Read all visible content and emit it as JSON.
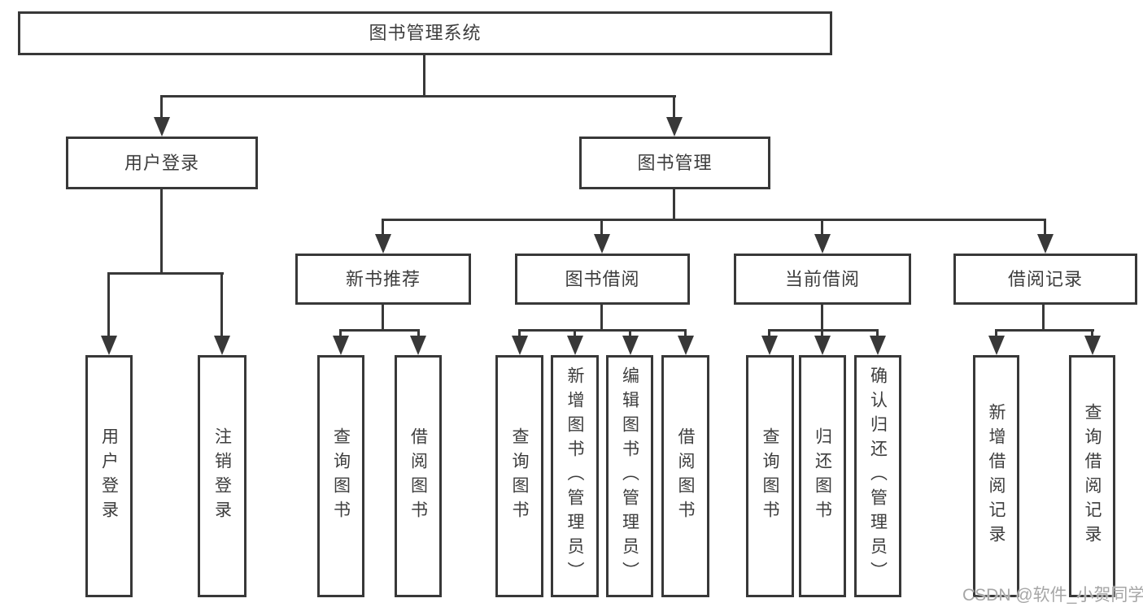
{
  "diagram": {
    "root": "图书管理系统",
    "level2": [
      "用户登录",
      "图书管理"
    ],
    "level3": [
      "新书推荐",
      "图书借阅",
      "当前借阅",
      "借阅记录"
    ],
    "leaves": {
      "user_login": [
        "用户登录",
        "注销登录"
      ],
      "new_book": [
        "查询图书",
        "借阅图书"
      ],
      "book_borrow": [
        "查询图书",
        "新增图书（管理员）",
        "编辑图书（管理员）",
        "借阅图书"
      ],
      "current_borrow": [
        "查询图书",
        "归还图书",
        "确认归还（管理员）"
      ],
      "borrow_record": [
        "新增借阅记录",
        "查询借阅记录"
      ]
    },
    "watermark": "CSDN @软件_小贺同学"
  },
  "colors": {
    "line": "#383838",
    "text": "#3d3d3d",
    "watermark": "#a6a6a6"
  }
}
